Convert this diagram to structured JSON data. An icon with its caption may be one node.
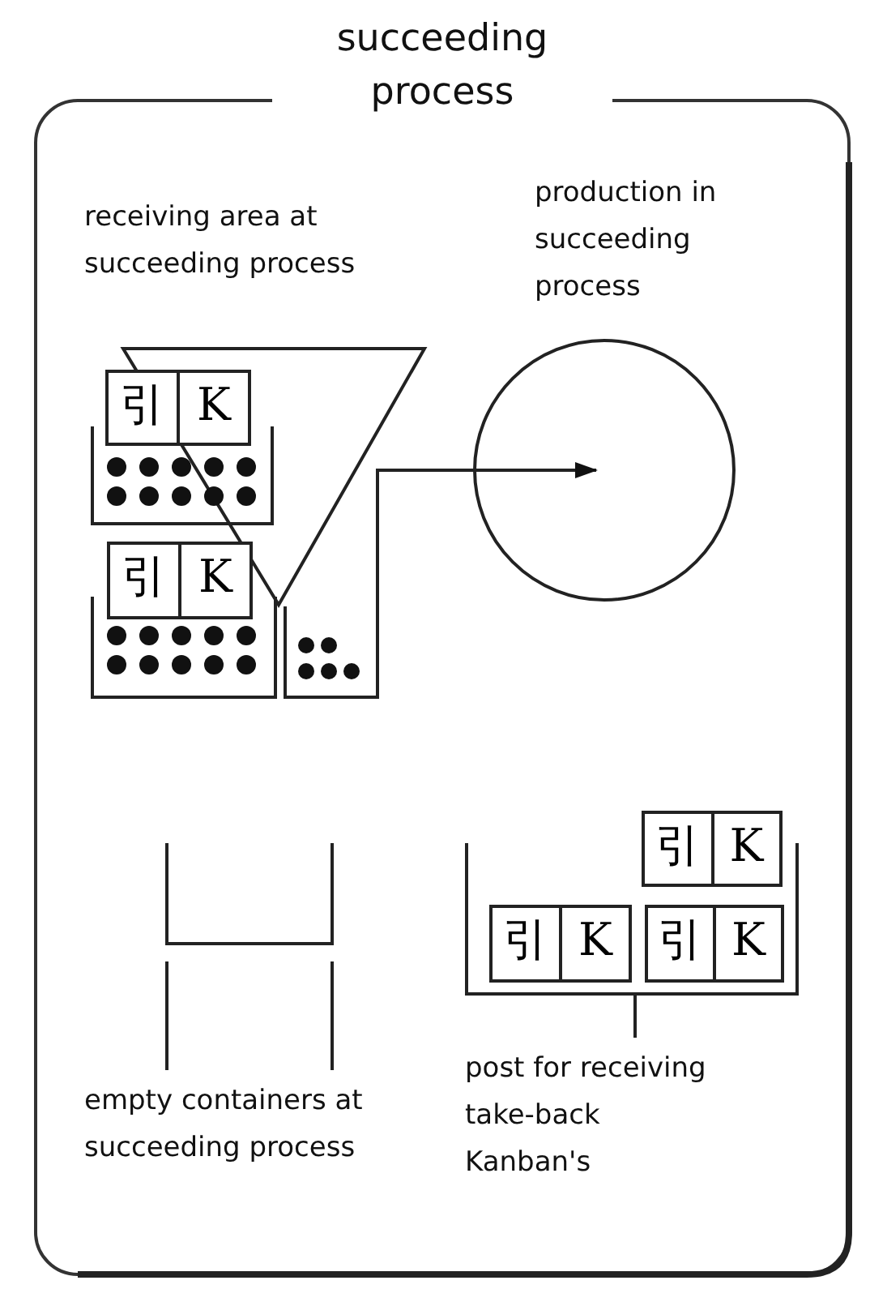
{
  "diagram": {
    "nodes": [
      {
        "text": [
          "succeeding process"
        ]
      },
      {
        "text": [
          "receiving area at succeeding process"
        ],
        "in": 0
      },
      {
        "text": [
          "production in succeeding process"
        ],
        "in": 0
      },
      {
        "text": [
          "引",
          "K"
        ],
        "in": 0
      },
      {
        "text": [
          "引",
          "K"
        ],
        "in": 0
      },
      {
        "text": [],
        "shape": "box",
        "in": 0
      },
      {
        "text": [
          "empty containers at  succeeding process"
        ],
        "in": 0
      },
      {
        "text": [
          "post for receiving take-back Kanban's"
        ],
        "in": 0
      },
      {
        "text": [
          "引",
          "K"
        ],
        "in": 7
      },
      {
        "text": [
          "引",
          "K"
        ],
        "in": 7
      },
      {
        "text": [
          "引",
          "K"
        ],
        "in": 7
      }
    ],
    "edges": [
      {
        "from": 5,
        "to": 2,
        "arrow": "to"
      }
    ]
  }
}
